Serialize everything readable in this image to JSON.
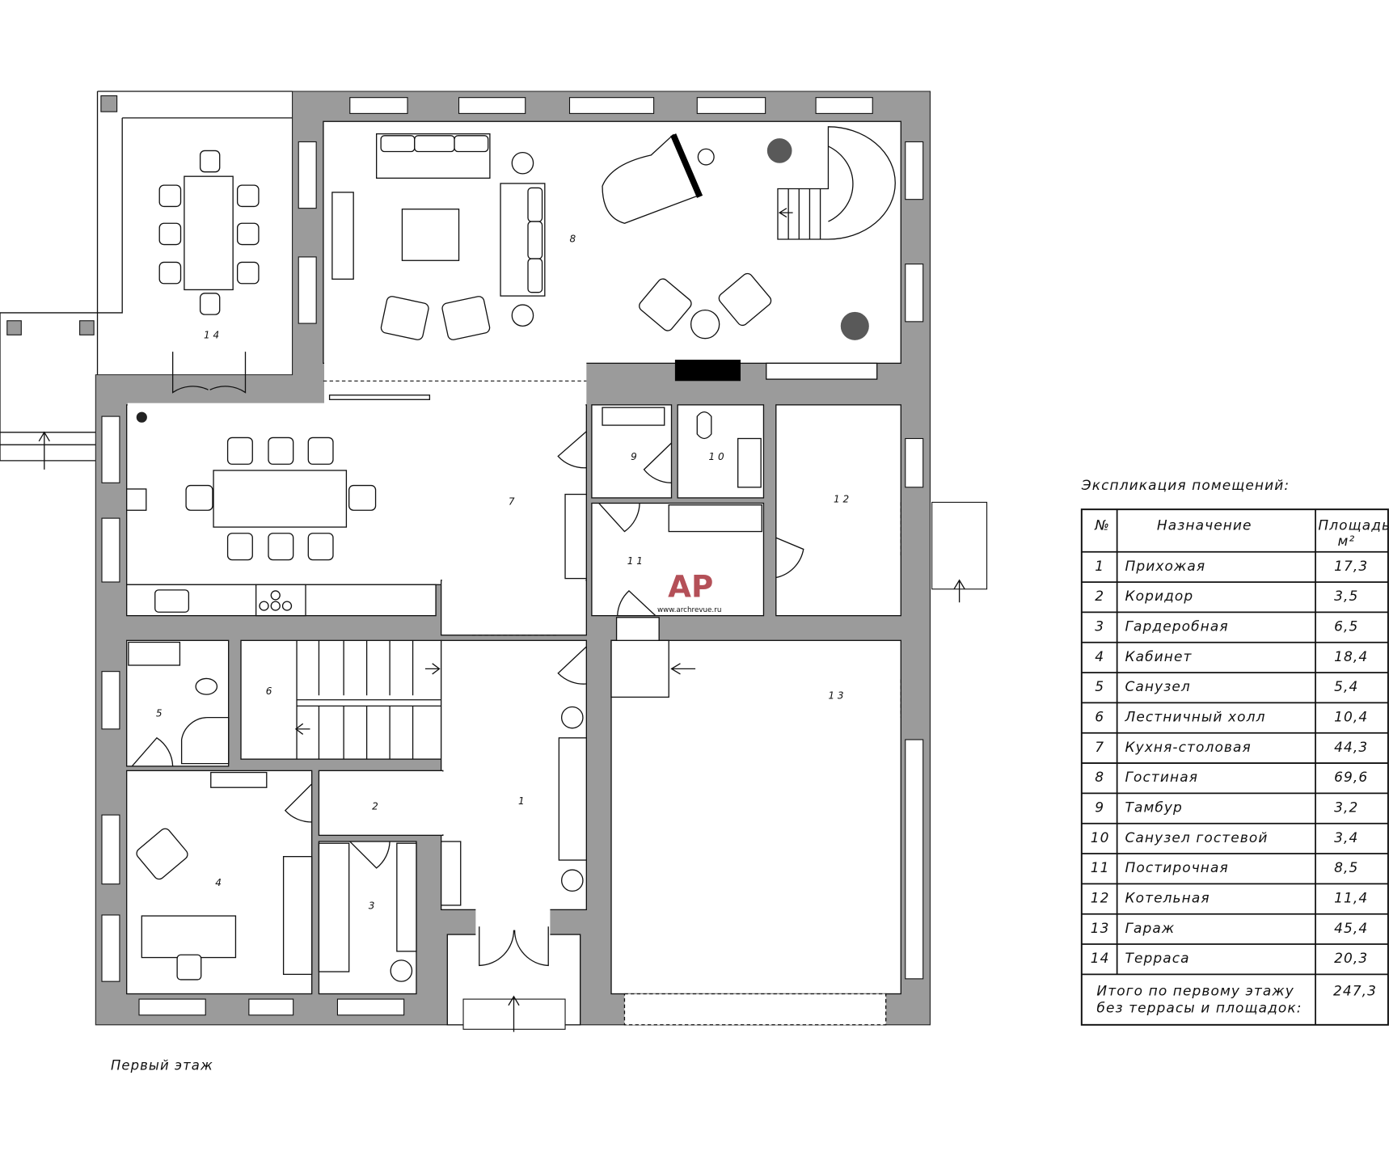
{
  "plan": {
    "caption": "Первый этаж",
    "watermark_logo": "AP",
    "watermark_url": "www.archrevue.ru",
    "room_labels": [
      "1",
      "2",
      "3",
      "4",
      "5",
      "6",
      "7",
      "8",
      "9",
      "1 0",
      "1 1",
      "1 2",
      "1 3",
      "1 4"
    ]
  },
  "explication": {
    "title": "Экспликация помещений:",
    "headers": {
      "num": "№",
      "name": "Назначение",
      "area": "Площадь",
      "unit": "м²"
    },
    "rows": [
      {
        "num": "1",
        "name": "Прихожая",
        "area": "17,3"
      },
      {
        "num": "2",
        "name": "Коридор",
        "area": "3,5"
      },
      {
        "num": "3",
        "name": "Гардеробная",
        "area": "6,5"
      },
      {
        "num": "4",
        "name": "Кабинет",
        "area": "18,4"
      },
      {
        "num": "5",
        "name": "Санузел",
        "area": "5,4"
      },
      {
        "num": "6",
        "name": "Лестничный холл",
        "area": "10,4"
      },
      {
        "num": "7",
        "name": "Кухня-столовая",
        "area": "44,3"
      },
      {
        "num": "8",
        "name": "Гостиная",
        "area": "69,6"
      },
      {
        "num": "9",
        "name": "Тамбур",
        "area": "3,2"
      },
      {
        "num": "10",
        "name": "Санузел гостевой",
        "area": "3,4"
      },
      {
        "num": "11",
        "name": "Постирочная",
        "area": "8,5"
      },
      {
        "num": "12",
        "name": "Котельная",
        "area": "11,4"
      },
      {
        "num": "13",
        "name": "Гараж",
        "area": "45,4"
      },
      {
        "num": "14",
        "name": "Терраса",
        "area": "20,3"
      }
    ],
    "total": {
      "line1": "Итого по первому этажу",
      "line2": "без террасы и площадок:",
      "area": "247,3"
    }
  },
  "colors": {
    "wall": "#9b9b9b",
    "watermark": "#a8323c"
  }
}
